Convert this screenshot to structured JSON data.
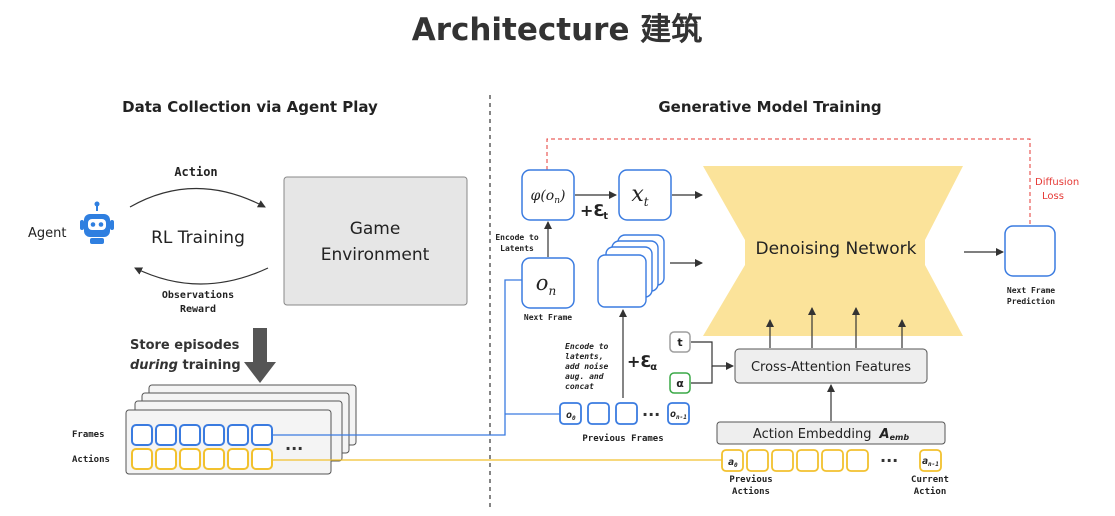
{
  "title": "Architecture 建筑",
  "left_panel": {
    "heading": "Data Collection via Agent Play",
    "agent_label": "Agent",
    "rl_training": "RL Training",
    "action_label": "Action",
    "observations_label": "Observations",
    "reward_label": "Reward",
    "game_env_line1": "Game",
    "game_env_line2": "Environment",
    "store_line1": "Store episodes",
    "store_line2_italic": "during",
    "store_line2_rest": " training",
    "frames_label": "Frames",
    "actions_label": "Actions",
    "ellipsis": "..."
  },
  "right_panel": {
    "heading": "Generative Model Training",
    "phi_label": "φ(o",
    "phi_sub": "n",
    "phi_close": ")",
    "plus_eps_t": "+ℇ",
    "eps_t_sub": "t",
    "xt_label": "x",
    "xt_sub": "t",
    "encode_latents_line1": "Encode to",
    "encode_latents_line2": "Latents",
    "on_label": "o",
    "on_sub": "n",
    "next_frame_label": "Next Frame",
    "denoising_network": "Denoising Network",
    "diffusion_loss_line1": "Diffusion",
    "diffusion_loss_line2": "Loss",
    "next_frame_pred_line1": "Next Frame",
    "next_frame_pred_line2": "Prediction",
    "encode_noise_lines": [
      "Encode to",
      "latents,",
      "add noise",
      "aug. and",
      "concat"
    ],
    "plus_eps_a": "+ℇ",
    "eps_a_sub": "α",
    "t_token": "t",
    "alpha_token": "α",
    "cross_attention": "Cross-Attention Features",
    "prev_o0": "o",
    "prev_o0_sub": "0",
    "prev_on1": "o",
    "prev_on1_sub": "n-1",
    "ellipsis": "···",
    "previous_frames": "Previous Frames",
    "action_embedding": "Action Embedding",
    "a_emb": "A",
    "a_emb_sub": "emb",
    "a0": "a",
    "a0_sub": "0",
    "an1": "a",
    "an1_sub": "n-1",
    "previous_actions_line1": "Previous",
    "previous_actions_line2": "Actions",
    "current_action_line1": "Current",
    "current_action_line2": "Action"
  },
  "colors": {
    "frame_blue": "#3a7be0",
    "action_yellow": "#f2c12e",
    "network_yellow": "#fbe39a",
    "loss_red": "#e53935",
    "token_t": "#9e9e9e",
    "token_alpha": "#3aa847",
    "robot_blue": "#2f7fe0"
  }
}
